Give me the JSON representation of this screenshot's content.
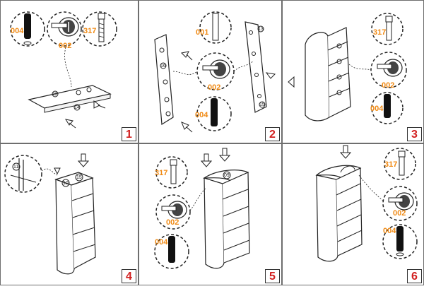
{
  "steps": [
    {
      "number": "1",
      "parts": [
        "004",
        "002",
        "317"
      ],
      "refs": [
        "12",
        "14"
      ]
    },
    {
      "number": "2",
      "parts": [
        "001",
        "002",
        "004"
      ],
      "refs": [
        "16",
        "13",
        "15"
      ]
    },
    {
      "number": "3",
      "parts": [
        "317",
        "002",
        "004"
      ],
      "refs": []
    },
    {
      "number": "4",
      "parts": [],
      "refs": [
        "11",
        "10",
        "15"
      ]
    },
    {
      "number": "5",
      "parts": [
        "317",
        "002",
        "004"
      ],
      "refs": [
        "09"
      ]
    },
    {
      "number": "6",
      "parts": [
        "317",
        "002",
        "004"
      ],
      "refs": []
    }
  ],
  "colors": {
    "part_code": "#f08a14",
    "step_number": "#d21f1f",
    "border": "#6e6e6e"
  },
  "icons": [
    "cam-lock-icon",
    "cam-bolt-icon",
    "dowel-icon",
    "arrow-icon"
  ]
}
